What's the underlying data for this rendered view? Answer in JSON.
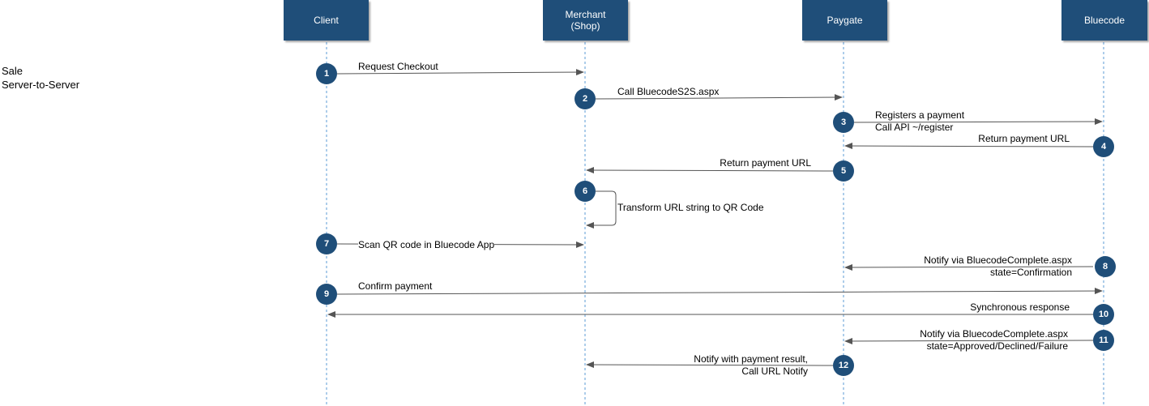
{
  "title_lines": [
    "Sale",
    "Server-to-Server"
  ],
  "actors": [
    {
      "name": "Client"
    },
    {
      "name": "Merchant\n(Shop)"
    },
    {
      "name": "Paygate"
    },
    {
      "name": "Bluecode"
    }
  ],
  "messages": [
    {
      "num": "1",
      "label": "Request Checkout"
    },
    {
      "num": "2",
      "label": "Call BluecodeS2S.aspx"
    },
    {
      "num": "3",
      "label_line1": "Registers a payment",
      "label_line2": "Call API ~/register"
    },
    {
      "num": "4",
      "label": "Return payment URL"
    },
    {
      "num": "5",
      "label": "Return payment URL"
    },
    {
      "num": "6",
      "label": "Transform URL string to QR Code"
    },
    {
      "num": "7",
      "label": "Scan QR code in Bluecode App"
    },
    {
      "num": "8",
      "label_line1": "Notify via BluecodeComplete.aspx",
      "label_line2": "state=Confirmation"
    },
    {
      "num": "9",
      "label": "Confirm payment"
    },
    {
      "num": "10",
      "label": "Synchronous response"
    },
    {
      "num": "11",
      "label_line1": "Notify via BluecodeComplete.aspx",
      "label_line2": "state=Approved/Declined/Failure"
    },
    {
      "num": "12",
      "label_line1": "Notify with payment result,",
      "label_line2": "Call URL Notify"
    }
  ],
  "colors": {
    "actor_fill": "#1f4e79",
    "badge_fill": "#1f4e79",
    "lifeline": "#5b9bd5",
    "arrow": "#555555"
  }
}
